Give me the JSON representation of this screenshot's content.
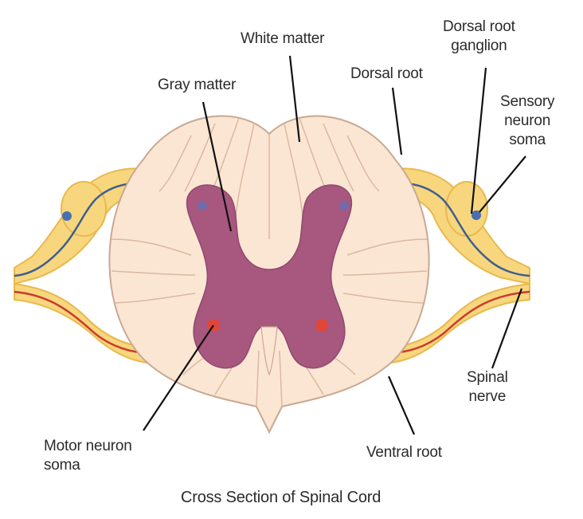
{
  "diagram": {
    "labels": {
      "white_matter": "White matter",
      "gray_matter": "Gray matter",
      "dorsal_root": "Dorsal root",
      "dorsal_root_ganglion": [
        "Dorsal root",
        "ganglion"
      ],
      "sensory_neuron_soma": [
        "Sensory",
        "neuron",
        "soma"
      ],
      "spinal_nerve": [
        "Spinal",
        "nerve"
      ],
      "ventral_root": "Ventral root",
      "motor_neuron_soma": [
        "Motor neuron",
        "soma"
      ]
    },
    "caption": "Cross Section of Spinal Cord",
    "colors": {
      "white_matter_fill": "#fbe6d3",
      "white_matter_stroke": "#c9a892",
      "gray_matter_fill": "#a8577f",
      "gray_matter_stroke": "#8e4a6e",
      "nerve_fill": "#f7d67e",
      "nerve_stroke": "#e8b94c",
      "sensory_fiber": "#3f5f8f",
      "motor_fiber": "#cc3a2a",
      "sensory_soma": "#4a6fb0",
      "motor_soma": "#e0473a",
      "leader_line": "#111111"
    }
  }
}
